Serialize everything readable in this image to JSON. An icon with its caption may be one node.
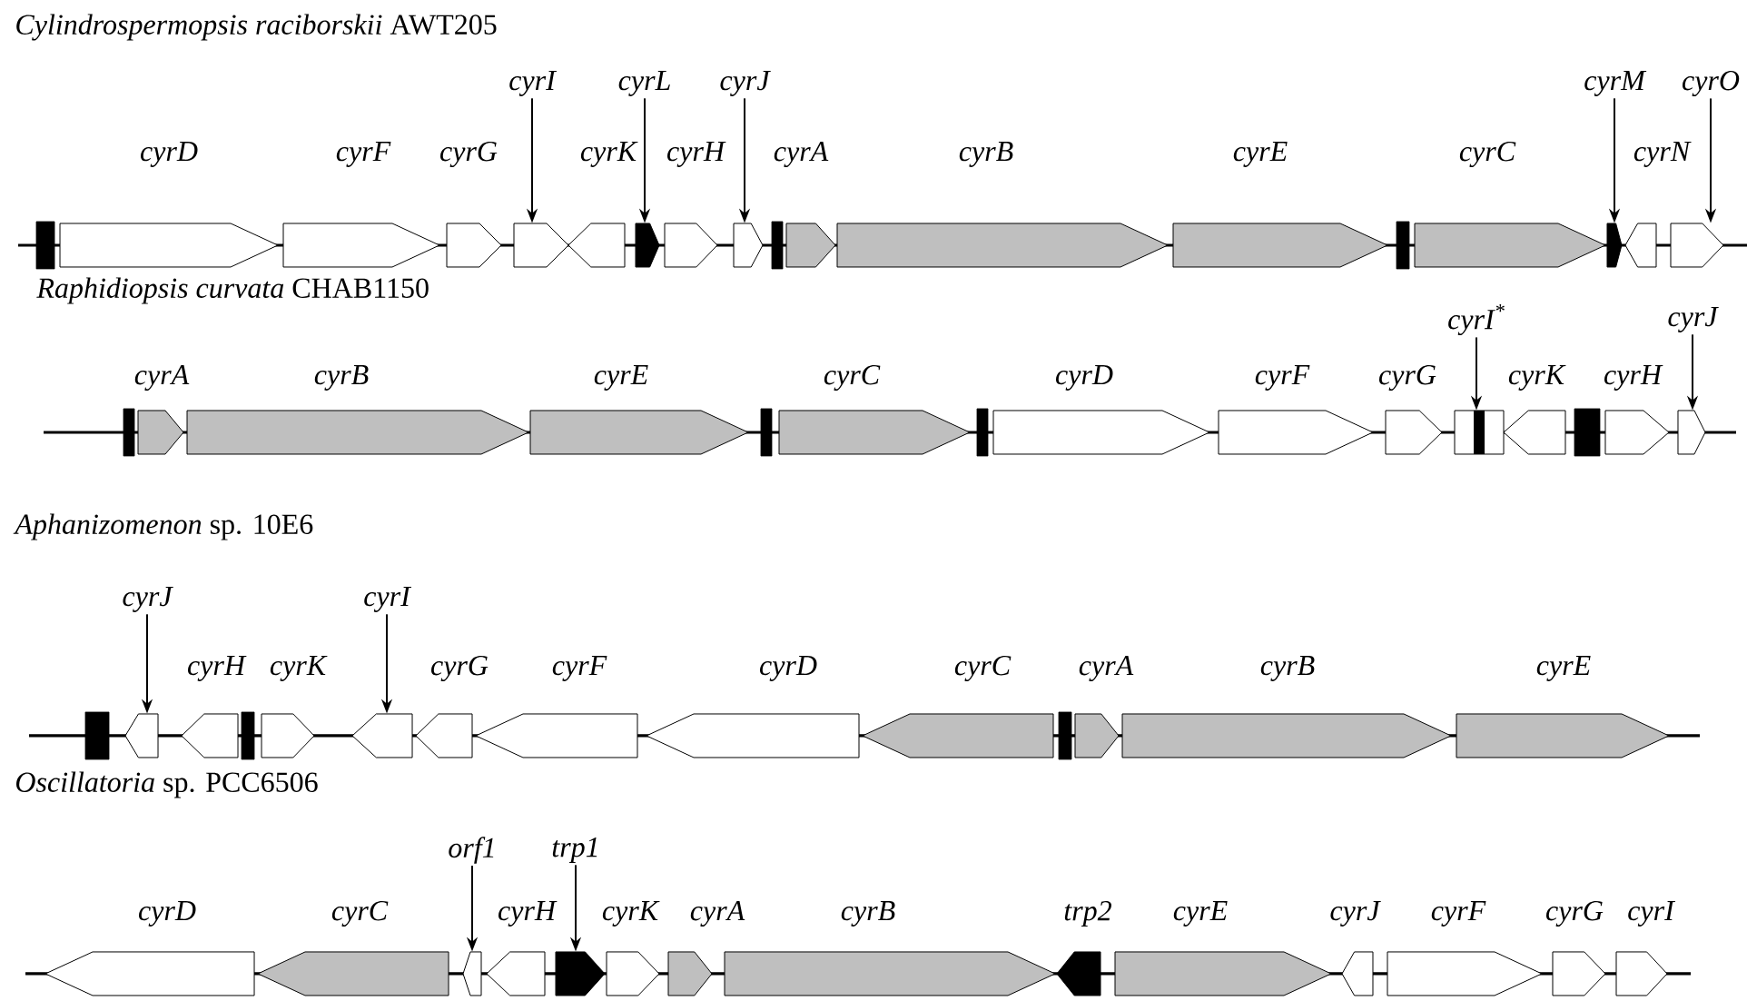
{
  "diagram": {
    "nodes": [
      {
        "text": [],
        "shape": "bar"
      },
      {
        "text": [
          "cyrD"
        ]
      },
      {
        "text": [
          "cyrF"
        ]
      },
      {
        "text": [
          "cyrG"
        ]
      },
      {
        "text": [
          "cyrI"
        ]
      },
      {
        "text": [],
        "shape": "block"
      },
      {
        "text": [
          "cyrK"
        ]
      },
      {
        "text": [
          "cyrL"
        ]
      },
      {
        "text": [],
        "shape": "block"
      },
      {
        "text": [
          "cyrH"
        ]
      },
      {
        "text": [
          "cyrJ"
        ]
      },
      {
        "text": [],
        "shape": "block"
      },
      {
        "text": [],
        "shape": "bar"
      },
      {
        "text": [
          "cyrA"
        ]
      },
      {
        "text": [
          "cyrB"
        ]
      },
      {
        "text": [
          "cyrE"
        ]
      },
      {
        "text": [],
        "shape": "bar"
      },
      {
        "text": [
          "cyrC"
        ]
      },
      {
        "text": [
          "cyrM"
        ]
      },
      {
        "text": [],
        "shape": "block"
      },
      {
        "text": [
          "cyrN"
        ]
      },
      {
        "text": [
          "cyrO"
        ]
      },
      {
        "text": [],
        "shape": "block"
      },
      {
        "text": [],
        "shape": "bar"
      },
      {
        "text": [
          "cyrA"
        ]
      },
      {
        "text": [
          "cyrB"
        ]
      },
      {
        "text": [
          "cyrE"
        ]
      },
      {
        "text": [],
        "shape": "bar"
      },
      {
        "text": [
          "cyrC"
        ]
      },
      {
        "text": [],
        "shape": "bar"
      },
      {
        "text": [
          "cyrD"
        ]
      },
      {
        "text": [
          "cyrF"
        ]
      },
      {
        "text": [
          "cyrG"
        ]
      },
      {
        "text": [
          "cyrI$^{*}$"
        ]
      },
      {
        "text": [],
        "shape": "box"
      },
      {
        "text": [
          "cyrK"
        ]
      },
      {
        "text": [],
        "shape": "bar"
      },
      {
        "text": [
          "cyrH"
        ]
      },
      {
        "text": [
          "cyrJ"
        ]
      },
      {
        "text": [],
        "shape": "block"
      },
      {
        "text": [],
        "shape": "bar"
      },
      {
        "text": [
          "cyrJ"
        ]
      },
      {
        "text": [],
        "shape": "block"
      },
      {
        "text": [
          "cyrH"
        ]
      },
      {
        "text": [],
        "shape": "bar"
      },
      {
        "text": [
          "cyrK"
        ]
      },
      {
        "text": [
          "cyrI"
        ]
      },
      {
        "text": [],
        "shape": "block"
      },
      {
        "text": [
          "cyrG"
        ]
      },
      {
        "text": [
          "cyrF"
        ]
      },
      {
        "text": [
          "cyrD"
        ]
      },
      {
        "text": [
          "cyrC"
        ]
      },
      {
        "text": [],
        "shape": "bar"
      },
      {
        "text": [
          "cyrA"
        ]
      },
      {
        "text": [
          "cyrB"
        ]
      },
      {
        "text": [
          "cyrE"
        ]
      },
      {
        "text": [
          "cyrD"
        ]
      },
      {
        "text": [
          "cyrC"
        ]
      },
      {
        "text": [
          "orf1"
        ]
      },
      {
        "text": [],
        "shape": "block"
      },
      {
        "text": [
          "cyrH"
        ]
      },
      {
        "text": [
          "trp1"
        ]
      },
      {
        "text": [],
        "shape": "block"
      },
      {
        "text": [
          "cyrK"
        ]
      },
      {
        "text": [
          "cyrA"
        ]
      },
      {
        "text": [
          "cyrB"
        ]
      },
      {
        "text": [
          "trp2"
        ]
      },
      {
        "text": [
          "cyrE"
        ]
      },
      {
        "text": [
          "cyrJ"
        ]
      },
      {
        "text": [
          "cyrF"
        ]
      },
      {
        "text": [
          "cyrG"
        ]
      },
      {
        "text": [
          "cyrI"
        ]
      }
    ],
    "edges": [
      {
        "from": 4,
        "to": 5,
        "arrow": "to"
      },
      {
        "from": 7,
        "to": 8,
        "arrow": "to"
      },
      {
        "from": 10,
        "to": 11,
        "arrow": "to"
      },
      {
        "from": 18,
        "to": 19,
        "arrow": "to"
      },
      {
        "from": 21,
        "to": 22,
        "arrow": "to"
      },
      {
        "from": 33,
        "to": 34,
        "arrow": "to"
      },
      {
        "from": 38,
        "to": 39,
        "arrow": "to"
      },
      {
        "from": 41,
        "to": 42,
        "arrow": "to"
      },
      {
        "from": 46,
        "to": 47,
        "arrow": "to"
      },
      {
        "from": 58,
        "to": 59,
        "arrow": "to"
      },
      {
        "from": 61,
        "to": 62,
        "arrow": "to"
      }
    ],
    "labels": [
      "*Cylindrospermopsis raciborskii* AWT205",
      "*Raphidiopsis curvata* CHAB1150",
      "*Aphanizomenon* sp. 10E6",
      "*Oscillatoria* sp. PCC6506"
    ]
  }
}
